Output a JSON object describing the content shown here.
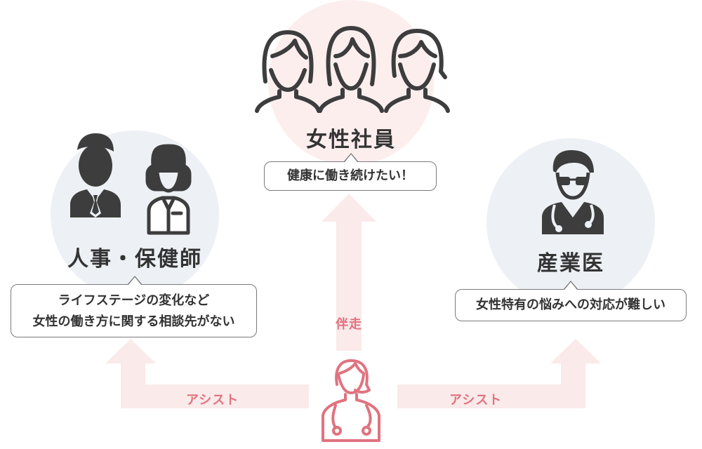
{
  "colors": {
    "circle_pink": "#fdeeee",
    "circle_blue": "#edf1f6",
    "arrow_pink": "#fbeaea",
    "accent_pink": "#e0737f",
    "text": "#333333",
    "icon_gray": "#3d3d3d"
  },
  "top_group": {
    "title": "女性社員",
    "bubble": "健康に働き続けたい！",
    "icons": [
      "woman-icon",
      "woman-icon",
      "woman-icon"
    ]
  },
  "left_group": {
    "title": "人事・保健師",
    "bubble_lines": [
      "ライフステージの変化など",
      "女性の働き方に関する相談先がない"
    ],
    "icons": [
      "businessman-icon",
      "nurse-icon"
    ]
  },
  "right_group": {
    "title": "産業医",
    "bubble": "女性特有の悩みへの対応が難しい",
    "icons": [
      "doctor-icon"
    ]
  },
  "center_icon": "female-doctor-icon",
  "arrows": {
    "up_label": "伴走",
    "left_label": "アシスト",
    "right_label": "アシスト"
  }
}
